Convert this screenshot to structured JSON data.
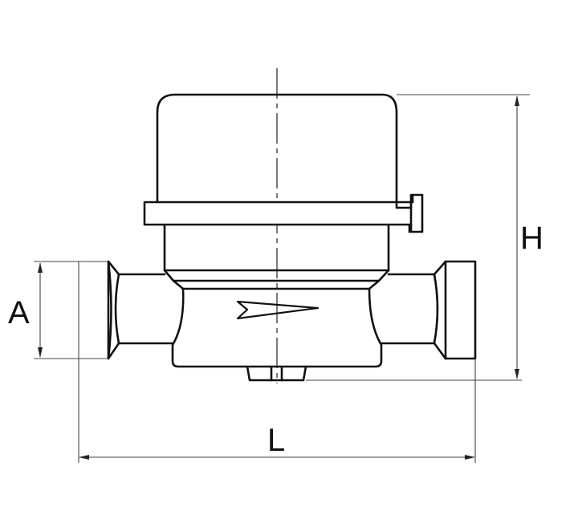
{
  "drawing": {
    "subject": "water meter side elevation",
    "line_color": "#111111",
    "background": "#ffffff"
  },
  "dimensions": {
    "height_label": "H",
    "length_label": "L",
    "thread_label": "A"
  },
  "features": {
    "flow_direction": "right"
  }
}
